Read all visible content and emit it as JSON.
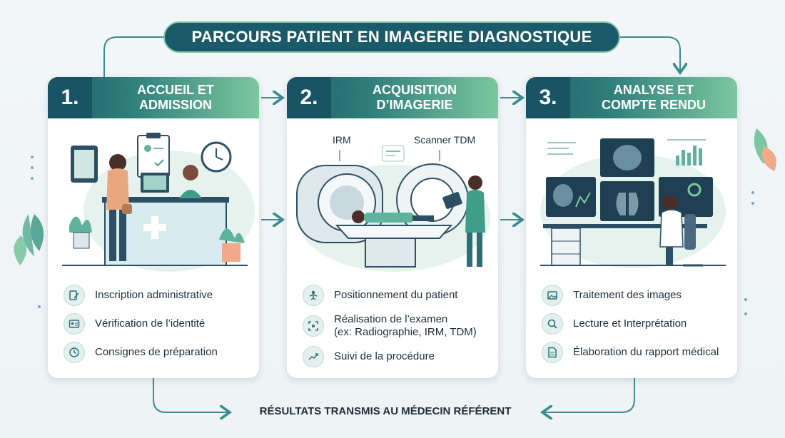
{
  "title": "PARCOURS PATIENT EN IMAGERIE DIAGNOSTIQUE",
  "steps": [
    {
      "number": "1.",
      "title": "ACCUEIL ET\nADMISSION",
      "items": [
        {
          "icon": "document-pen-icon",
          "text": "Inscription administrative"
        },
        {
          "icon": "id-card-icon",
          "text": "Vérification de l’identité"
        },
        {
          "icon": "clock-icon",
          "text": "Consignes de préparation"
        }
      ]
    },
    {
      "number": "2.",
      "title": "ACQUISITION\nD’IMAGERIE",
      "labels": {
        "left": "IRM",
        "right": "Scanner TDM"
      },
      "items": [
        {
          "icon": "patient-position-icon",
          "text": "Positionnement du patient"
        },
        {
          "icon": "scan-frame-icon",
          "text": "Réalisation de l’examen\n(ex: Radiographie, IRM, TDM)"
        },
        {
          "icon": "trend-chart-icon",
          "text": "Suivi de la procédure"
        }
      ]
    },
    {
      "number": "3.",
      "title": "ANALYSE ET\nCOMPTE RENDU",
      "items": [
        {
          "icon": "image-icon",
          "text": "Traitement des images"
        },
        {
          "icon": "magnifier-icon",
          "text": "Lecture et Interprétation"
        },
        {
          "icon": "report-icon",
          "text": "Élaboration du rapport médical"
        }
      ]
    }
  ],
  "footer": "RÉSULTATS TRANSMIS AU MÉDECIN RÉFÉRENT",
  "colors": {
    "primary": "#1b5a68",
    "accent": "#7cc79f",
    "arrow": "#3d8a8f"
  }
}
